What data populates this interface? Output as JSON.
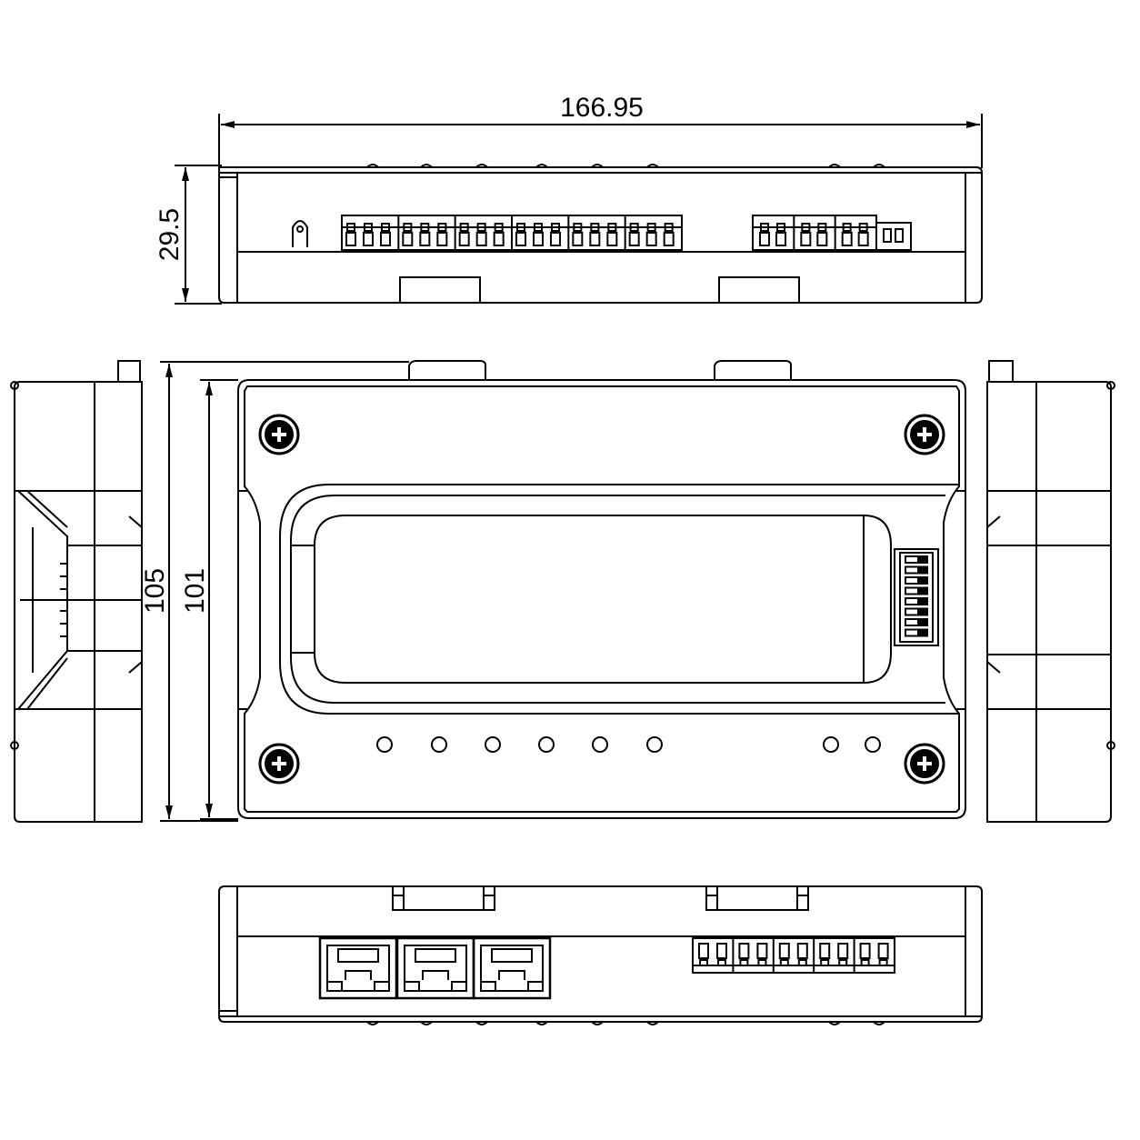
{
  "dimensions": {
    "overall_width": "166.95",
    "height": "29.5",
    "outer_depth": "105",
    "inner_depth": "101"
  },
  "colors": {
    "line": "#000000",
    "background": "#ffffff"
  },
  "views": {
    "top_view": {
      "terminal_blocks": 6,
      "aux_blocks": 3,
      "small_connector": 1
    },
    "front_view": {
      "screws": 4,
      "leds_group_a": 6,
      "leds_group_b": 2,
      "dip_switch_positions": 8
    },
    "bottom_view": {
      "rj45_ports": 3,
      "terminal_blocks": 5
    }
  }
}
